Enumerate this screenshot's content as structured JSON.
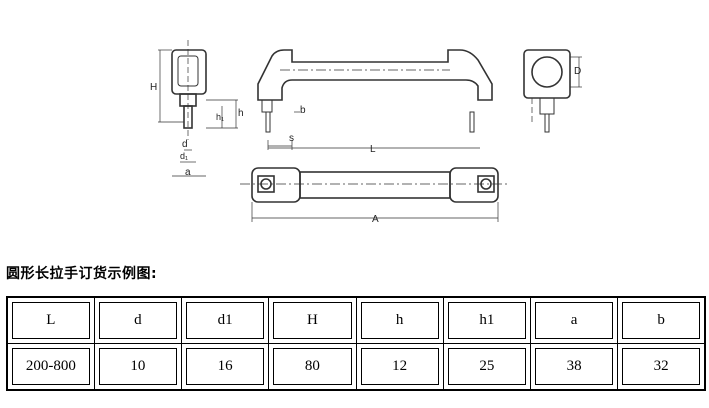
{
  "drawing": {
    "labels": {
      "H": "H",
      "h": "h",
      "h1": "h₁",
      "d": "d",
      "d1": "d₁",
      "a": "a",
      "b": "b",
      "s": "s",
      "L": "L",
      "A": "A",
      "D": "D"
    }
  },
  "caption": "圆形长拉手订货示例图:",
  "table": {
    "headers": [
      "L",
      "d",
      "d1",
      "H",
      "h",
      "h1",
      "a",
      "b"
    ],
    "rows": [
      [
        "200-800",
        "10",
        "16",
        "80",
        "12",
        "25",
        "38",
        "32"
      ]
    ]
  }
}
